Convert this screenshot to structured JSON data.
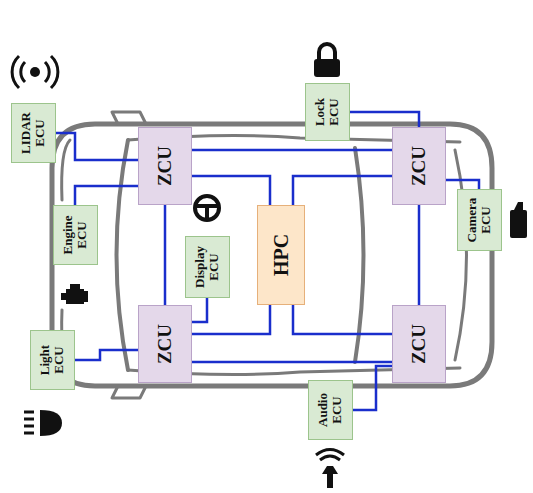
{
  "diagram": {
    "nodes": [
      {
        "text": [
          "LIDAR ECU"
        ]
      },
      {
        "text": [
          "ZCU"
        ]
      },
      {
        "text": [
          "Engine ECU"
        ]
      },
      {
        "text": [
          "Display ECU"
        ]
      },
      {
        "text": [
          "HPC"
        ]
      },
      {
        "text": [
          "Light ECU"
        ]
      },
      {
        "text": [
          "ZCU"
        ]
      },
      {
        "text": [
          "Lock ECU"
        ]
      },
      {
        "text": [
          "ZCU"
        ]
      },
      {
        "text": [
          "Camera ECU"
        ]
      },
      {
        "text": [
          "ZCU"
        ]
      },
      {
        "text": [
          "Audio ECU"
        ]
      }
    ],
    "edges": [
      {
        "from": 0,
        "to": 1,
        "arrow": "none"
      },
      {
        "from": 2,
        "to": 1,
        "arrow": "none"
      },
      {
        "from": 3,
        "to": 6,
        "arrow": "none"
      },
      {
        "from": 5,
        "to": 6,
        "arrow": "none"
      },
      {
        "from": 1,
        "to": 4,
        "arrow": "none"
      },
      {
        "from": 6,
        "to": 4,
        "arrow": "none"
      },
      {
        "from": 7,
        "to": 8,
        "arrow": "none"
      },
      {
        "from": 8,
        "to": 4,
        "arrow": "none"
      },
      {
        "from": 9,
        "to": 8,
        "arrow": "none"
      },
      {
        "from": 10,
        "to": 4,
        "arrow": "none"
      },
      {
        "from": 11,
        "to": 10,
        "arrow": "none"
      },
      {
        "from": 1,
        "to": 6,
        "arrow": "none"
      },
      {
        "from": 1,
        "to": 8,
        "arrow": "none"
      },
      {
        "from": 6,
        "to": 10,
        "arrow": "none"
      },
      {
        "from": 8,
        "to": 10,
        "arrow": "none"
      }
    ]
  }
}
